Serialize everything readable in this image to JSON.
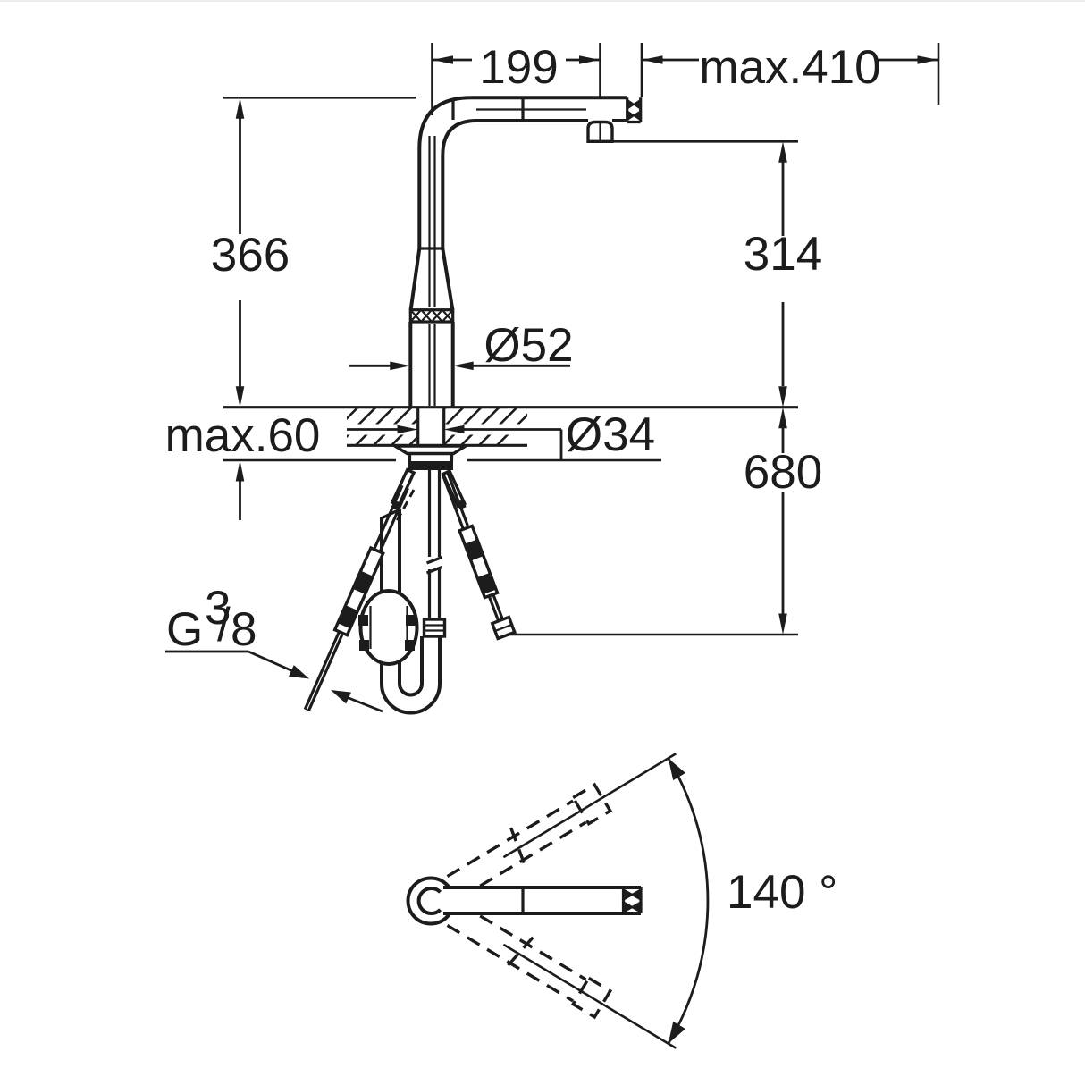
{
  "drawing": {
    "type": "faucet-installation-dimension-diagram",
    "units": "mm",
    "colors": {
      "line": "#1c1c1c",
      "background": "#ffffff"
    },
    "dimensions": {
      "spout_reach": "199",
      "pullout_extension": "max.410",
      "height_to_spout_top": "366",
      "outlet_height": "314",
      "body_diameter": "Ø52",
      "hole_diameter": "Ø34",
      "counter_thickness": "max.60",
      "hose_drop_below_counter": "680",
      "swivel_angle": "140 °",
      "thread": {
        "g": "G",
        "numerator": "3",
        "slash": "/",
        "denominator": "8"
      }
    }
  }
}
